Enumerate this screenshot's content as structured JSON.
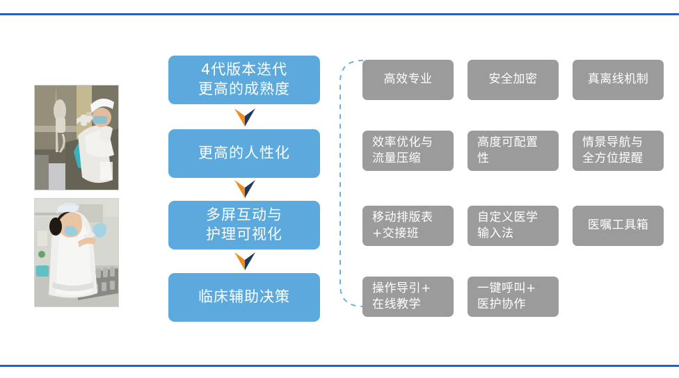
{
  "slide": {
    "accent_line_color": "#1565d8",
    "stage_box_color": "#5ba9dd",
    "feature_box_color": "#9b9b9b",
    "bracket_color": "#6bb0e0",
    "chevron_left_color": "#ef8d22",
    "chevron_right_color": "#1f3a5f"
  },
  "photos": [
    {
      "alt": "nurse-scanning-iv-bag"
    },
    {
      "alt": "nurse-preparing-medication"
    }
  ],
  "stages": [
    {
      "lines": [
        "4代版本迭代",
        "更高的成熟度"
      ]
    },
    {
      "lines": [
        "更高的人性化"
      ]
    },
    {
      "lines": [
        "多屏互动与",
        "护理可视化"
      ]
    },
    {
      "lines": [
        "临床辅助决策"
      ]
    }
  ],
  "features": [
    [
      {
        "lines": [
          "高效专业"
        ]
      },
      {
        "lines": [
          "安全加密"
        ]
      },
      {
        "lines": [
          "真离线机制"
        ]
      }
    ],
    [
      {
        "lines": [
          "效率优化与",
          "流量压缩"
        ]
      },
      {
        "lines": [
          "高度可配置",
          "性"
        ]
      },
      {
        "lines": [
          "情景导航与",
          "全方位提醒"
        ]
      }
    ],
    [
      {
        "lines": [
          "移动排版表",
          "+交接班"
        ]
      },
      {
        "lines": [
          "自定义医学",
          "输入法"
        ]
      },
      {
        "lines": [
          "医嘱工具箱"
        ]
      }
    ],
    [
      {
        "lines": [
          "操作导引+",
          "在线教学"
        ]
      },
      {
        "lines": [
          "一键呼叫+",
          "医护协作"
        ]
      }
    ]
  ]
}
